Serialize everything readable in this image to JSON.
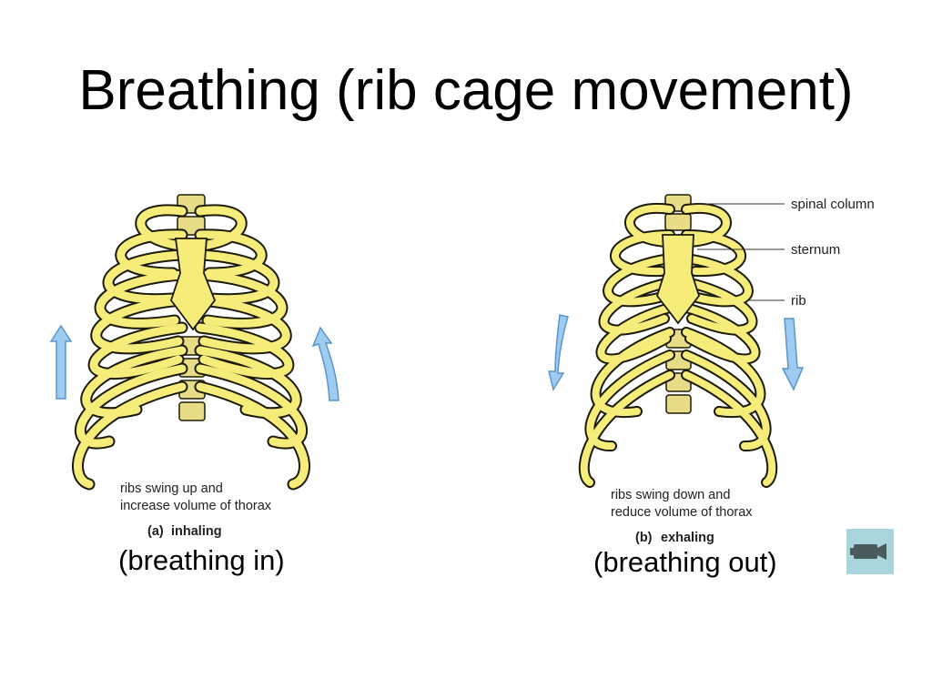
{
  "slide": {
    "title": "Breathing (rib cage movement)"
  },
  "panel_inhale": {
    "description_line1": "ribs swing up and",
    "description_line2": "increase volume of thorax",
    "label_letter": "(a)",
    "label_word": "inhaling",
    "caption": "(breathing in)"
  },
  "panel_exhale": {
    "description_line1": "ribs swing down and",
    "description_line2": "reduce volume of thorax",
    "label_letter": "(b)",
    "label_word": "exhaling",
    "caption": "(breathing out)",
    "callouts": {
      "spinal_column": "spinal column",
      "sternum": "sternum",
      "rib": "rib"
    }
  },
  "colors": {
    "bone": "#f6ec7a",
    "bone_outline": "#1c1a08",
    "vertebra": "#e8dc86",
    "arrow": "#9ecbf0",
    "arrow_outline": "#5a95cc",
    "video_button": "#a9d6dc",
    "video_icon": "#4a5a5d"
  },
  "icons": {
    "movement_arrow": "arrow-icon",
    "video": "video-camera-icon"
  }
}
